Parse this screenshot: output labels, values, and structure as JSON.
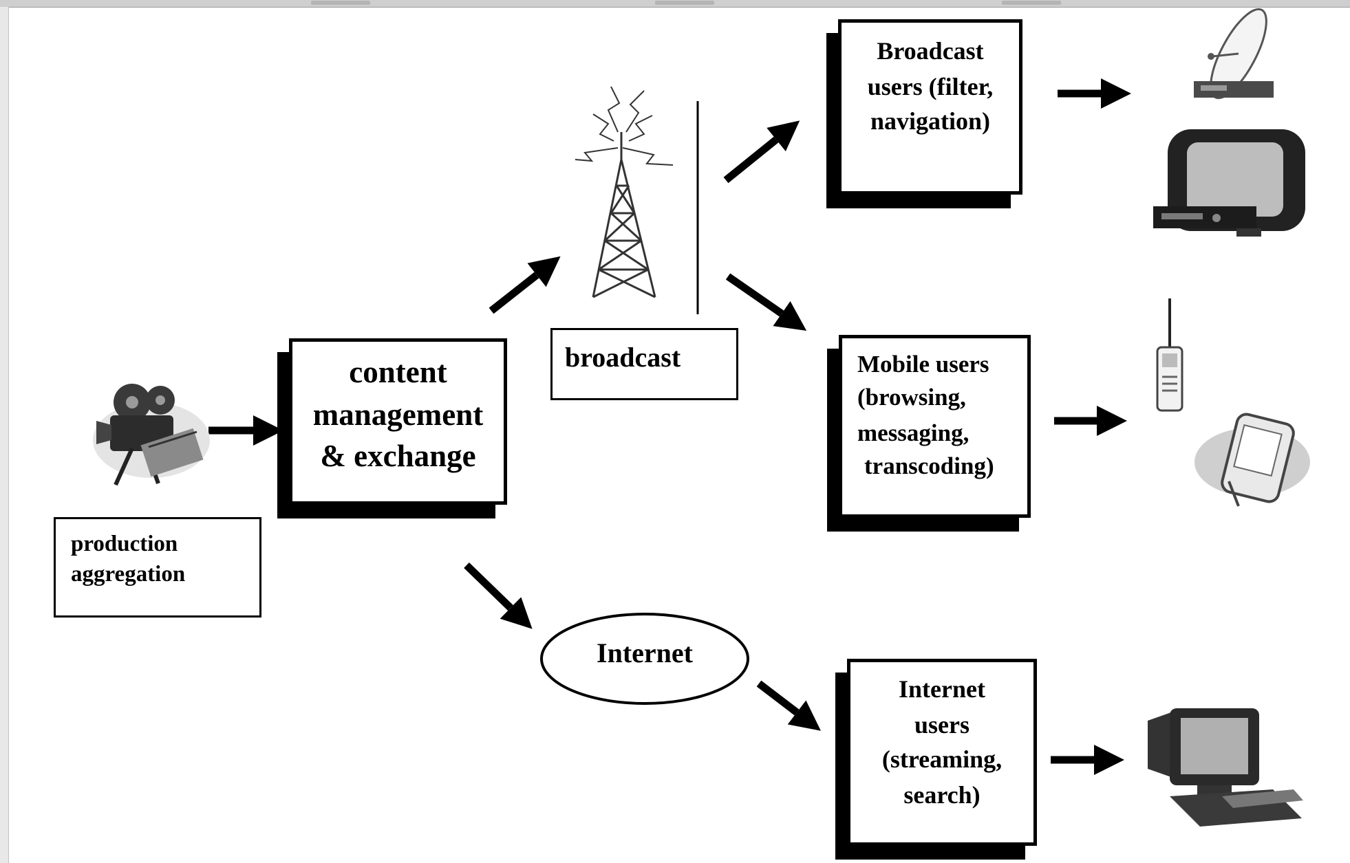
{
  "nodes": {
    "production": {
      "lines": [
        "production",
        "aggregation"
      ]
    },
    "content_mgmt": {
      "lines": [
        "content",
        "management",
        "& exchange"
      ]
    },
    "broadcast": {
      "label": "broadcast"
    },
    "internet": {
      "label": "Internet"
    },
    "broadcast_users": {
      "lines": [
        "Broadcast",
        "users (filter,",
        "navigation)"
      ]
    },
    "mobile_users": {
      "lines": [
        "Mobile users",
        "(browsing,",
        "messaging,",
        "transcoding)"
      ]
    },
    "internet_users": {
      "lines": [
        "Internet",
        "users",
        "(streaming,",
        "search)"
      ]
    }
  },
  "icons": {
    "source": "movie-camera-icon",
    "transmitter": "radio-tower-icon",
    "broadcast_devices": [
      "satellite-dish-icon",
      "television-icon"
    ],
    "mobile_devices": [
      "cell-phone-icon",
      "pda-icon"
    ],
    "internet_devices": [
      "desktop-computer-icon"
    ]
  }
}
